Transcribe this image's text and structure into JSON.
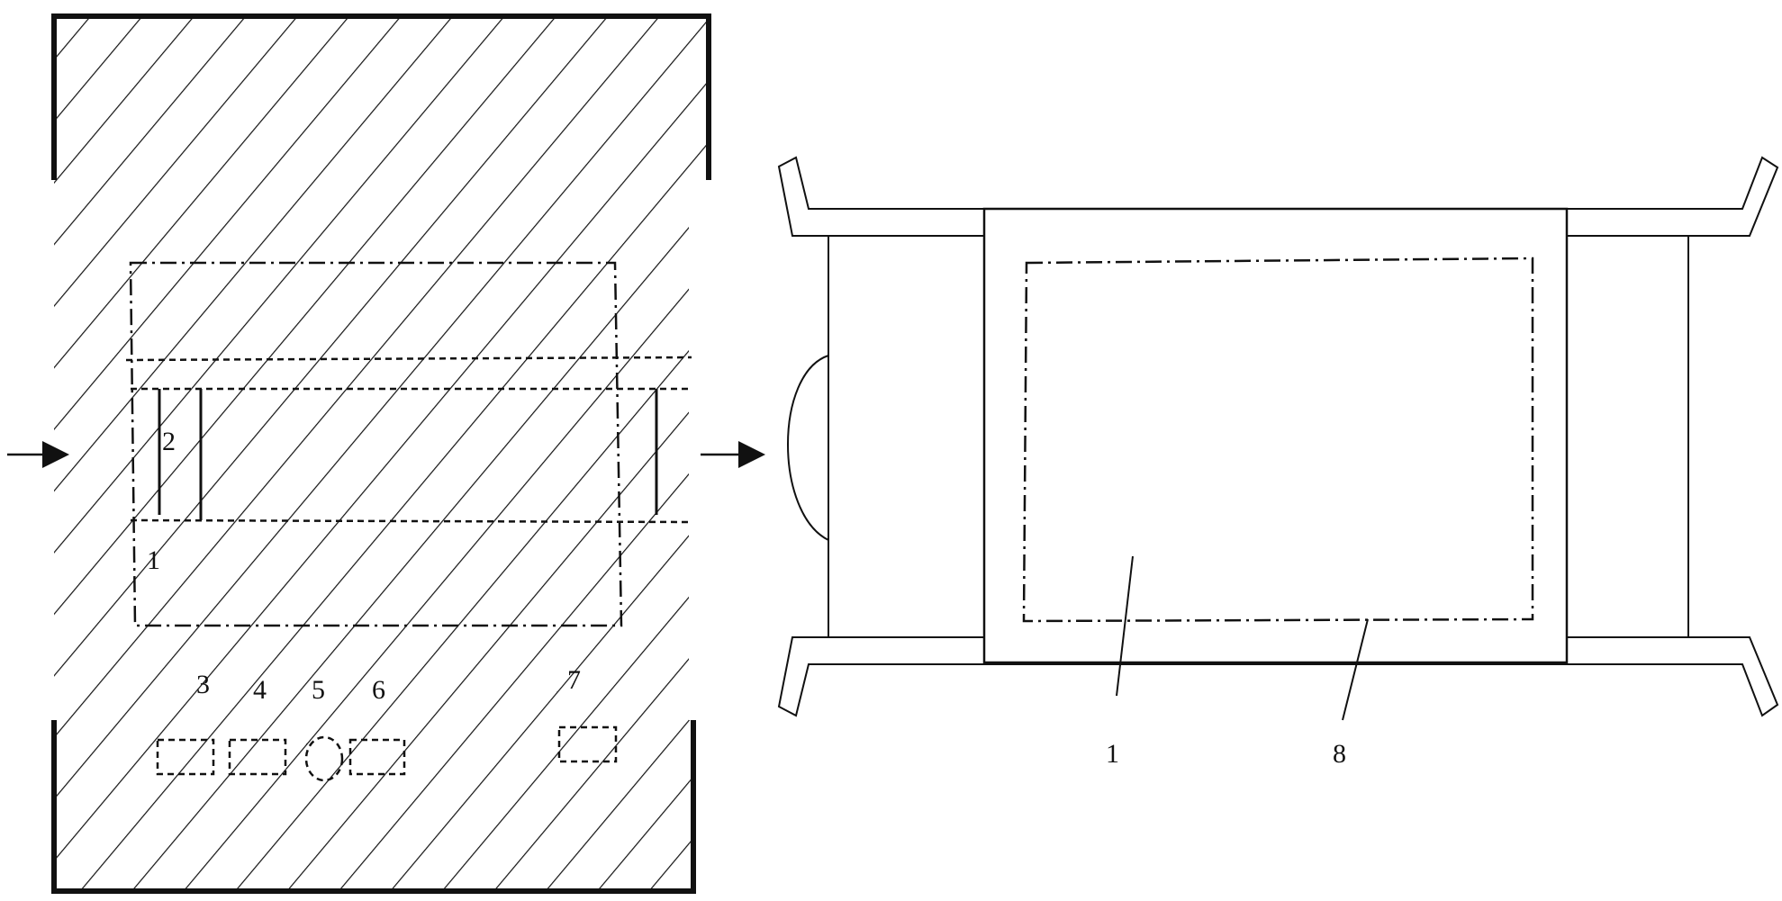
{
  "left_view": {
    "labels": {
      "n1": "1",
      "n2": "2",
      "n3": "3",
      "n4": "4",
      "n5": "5",
      "n6": "6",
      "n7": "7"
    }
  },
  "right_view": {
    "labels": {
      "n1": "1",
      "n8": "8"
    }
  }
}
